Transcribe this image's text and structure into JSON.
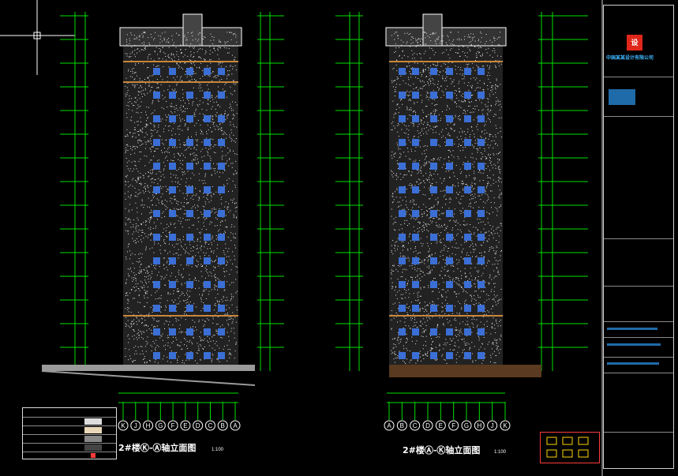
{
  "elevations": [
    {
      "title": "2#楼Ⓚ-Ⓐ轴立面图",
      "scale": "1:100",
      "axes": [
        "K",
        "J",
        "H",
        "G",
        "F",
        "E",
        "D",
        "C",
        "B",
        "A"
      ]
    },
    {
      "title": "2#楼Ⓐ-Ⓚ轴立面图",
      "scale": "1:100",
      "axes": [
        "A",
        "B",
        "C",
        "D",
        "E",
        "F",
        "G",
        "H",
        "J",
        "K"
      ]
    }
  ],
  "title_block": {
    "company": "中国某某设计有限公司",
    "logo_text": "设"
  },
  "colors": {
    "dimension_green": "#00e000",
    "facade_dots": "#e8e8e8",
    "window_blue": "#3b6fd6",
    "band_orange": "#c8863a",
    "ground_gray": "#9a9a9a",
    "title_block_text": "#8fd0ff",
    "stamp_red": "#ff3b3b"
  }
}
